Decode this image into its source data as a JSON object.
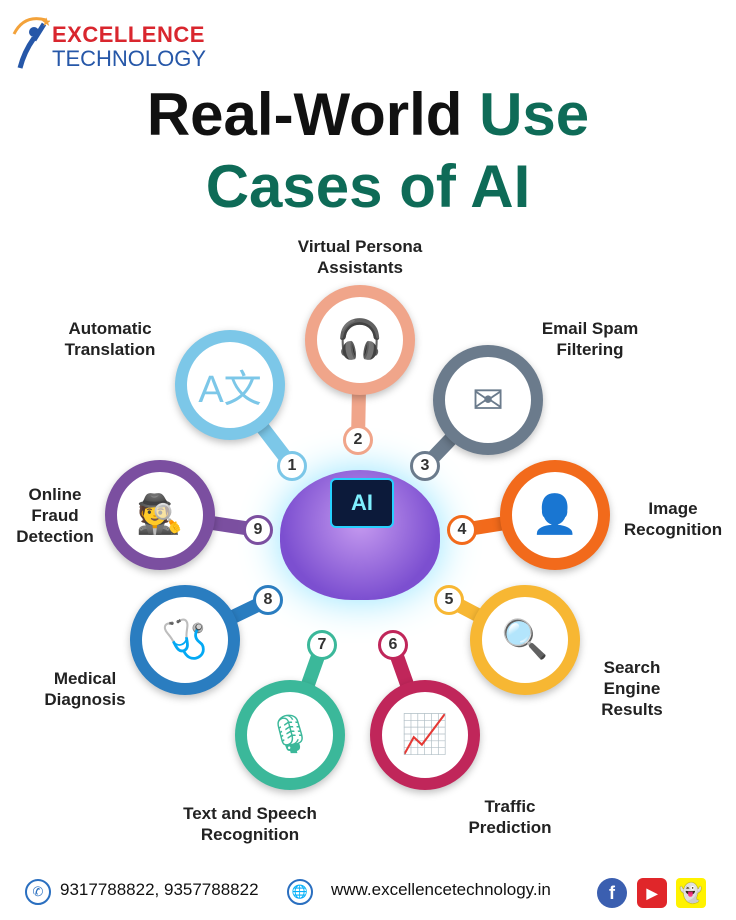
{
  "brand": {
    "line1": "EXCELLENCE",
    "line2": "TECHNOLOGY"
  },
  "title": {
    "line1_black": "Real-World",
    "line1_green": "Use",
    "line2": "Cases of AI"
  },
  "center": {
    "label": "AI"
  },
  "items": [
    {
      "num": "1",
      "label": "Automatic Translation",
      "color": "#7cc7e8",
      "icon": "translate-icon"
    },
    {
      "num": "2",
      "label": "Virtual Persona Assistants",
      "color": "#f0a58a",
      "icon": "assistant-icon"
    },
    {
      "num": "3",
      "label": "Email Spam Filtering",
      "color": "#6b7b8c",
      "icon": "spam-icon"
    },
    {
      "num": "4",
      "label": "Image Recognition",
      "color": "#f26a1b",
      "icon": "face-scan-icon"
    },
    {
      "num": "5",
      "label": "Search Engine Results",
      "color": "#f7b733",
      "icon": "search-icon"
    },
    {
      "num": "6",
      "label": "Traffic Prediction",
      "color": "#c0265a",
      "icon": "traffic-chart-icon"
    },
    {
      "num": "7",
      "label": "Text and Speech Recognition",
      "color": "#3bb89a",
      "icon": "speech-icon"
    },
    {
      "num": "8",
      "label": "Medical Diagnosis",
      "color": "#2a7dc0",
      "icon": "medical-icon"
    },
    {
      "num": "9",
      "label": "Online Fraud Detection",
      "color": "#7b4fa0",
      "icon": "fraud-icon"
    }
  ],
  "footer": {
    "phones": "9317788822, 9357788822",
    "website": "www.excellencetechnology.in"
  }
}
